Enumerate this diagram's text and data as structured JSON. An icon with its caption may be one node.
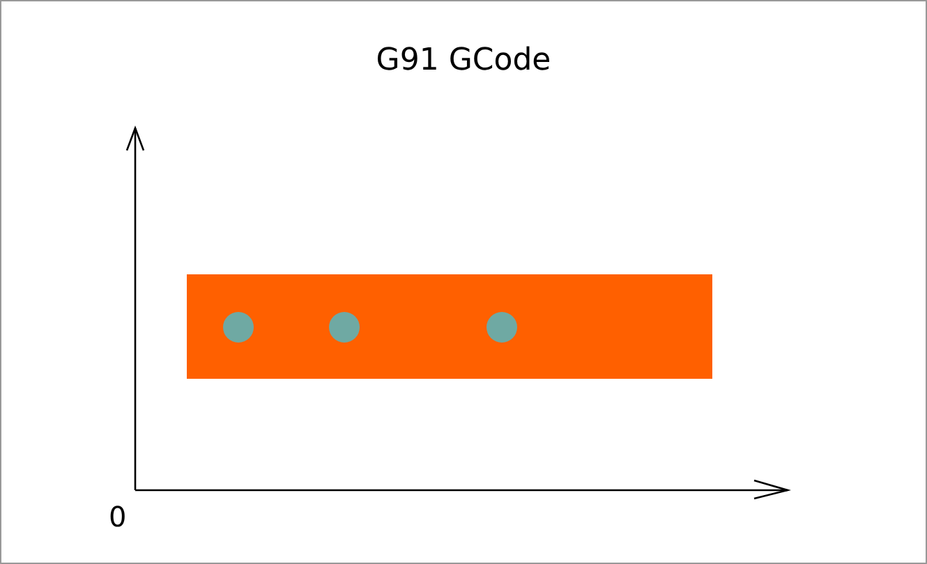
{
  "diagram": {
    "title": "G91 GCode",
    "nodes": [
      {
        "text": [],
        "shape": "bar"
      },
      {
        "text": [],
        "shape": "circle",
        "in": 0
      },
      {
        "text": [],
        "shape": "circle",
        "in": 0
      },
      {
        "text": [],
        "shape": "circle",
        "in": 0
      }
    ],
    "labels": [
      "0"
    ]
  }
}
